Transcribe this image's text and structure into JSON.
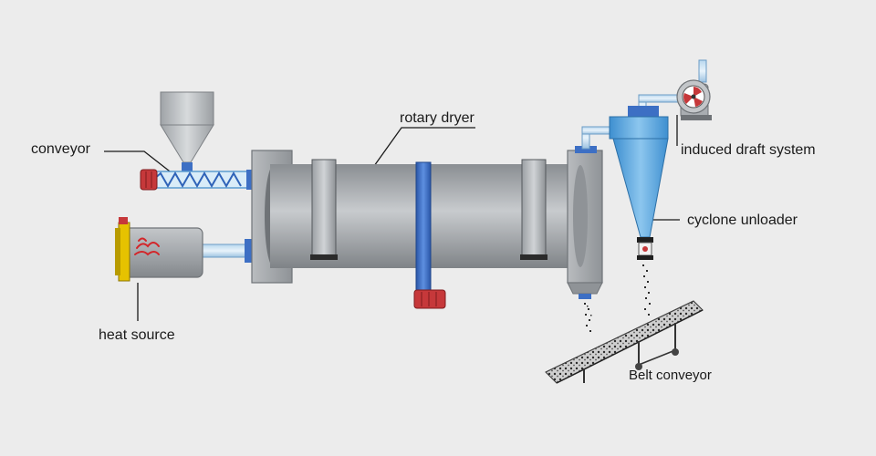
{
  "labels": {
    "conveyor": "conveyor",
    "rotary_dryer": "rotary dryer",
    "induced_draft": "induced draft system",
    "cyclone": "cyclone unloader",
    "heat_source": "heat source",
    "belt_conveyor": "Belt conveyor"
  },
  "icons": {
    "flame": "flame-icon",
    "fan": "fan-icon"
  },
  "colors": {
    "background": "#ececec",
    "dryer_body": "#a9adb1",
    "blue_pipe": "#3d6fc4",
    "cyclone_blue": "#4fa2dc",
    "red_part": "#c6383a",
    "heater_frame": "#e6c200",
    "ink": "#1a1a1a"
  }
}
